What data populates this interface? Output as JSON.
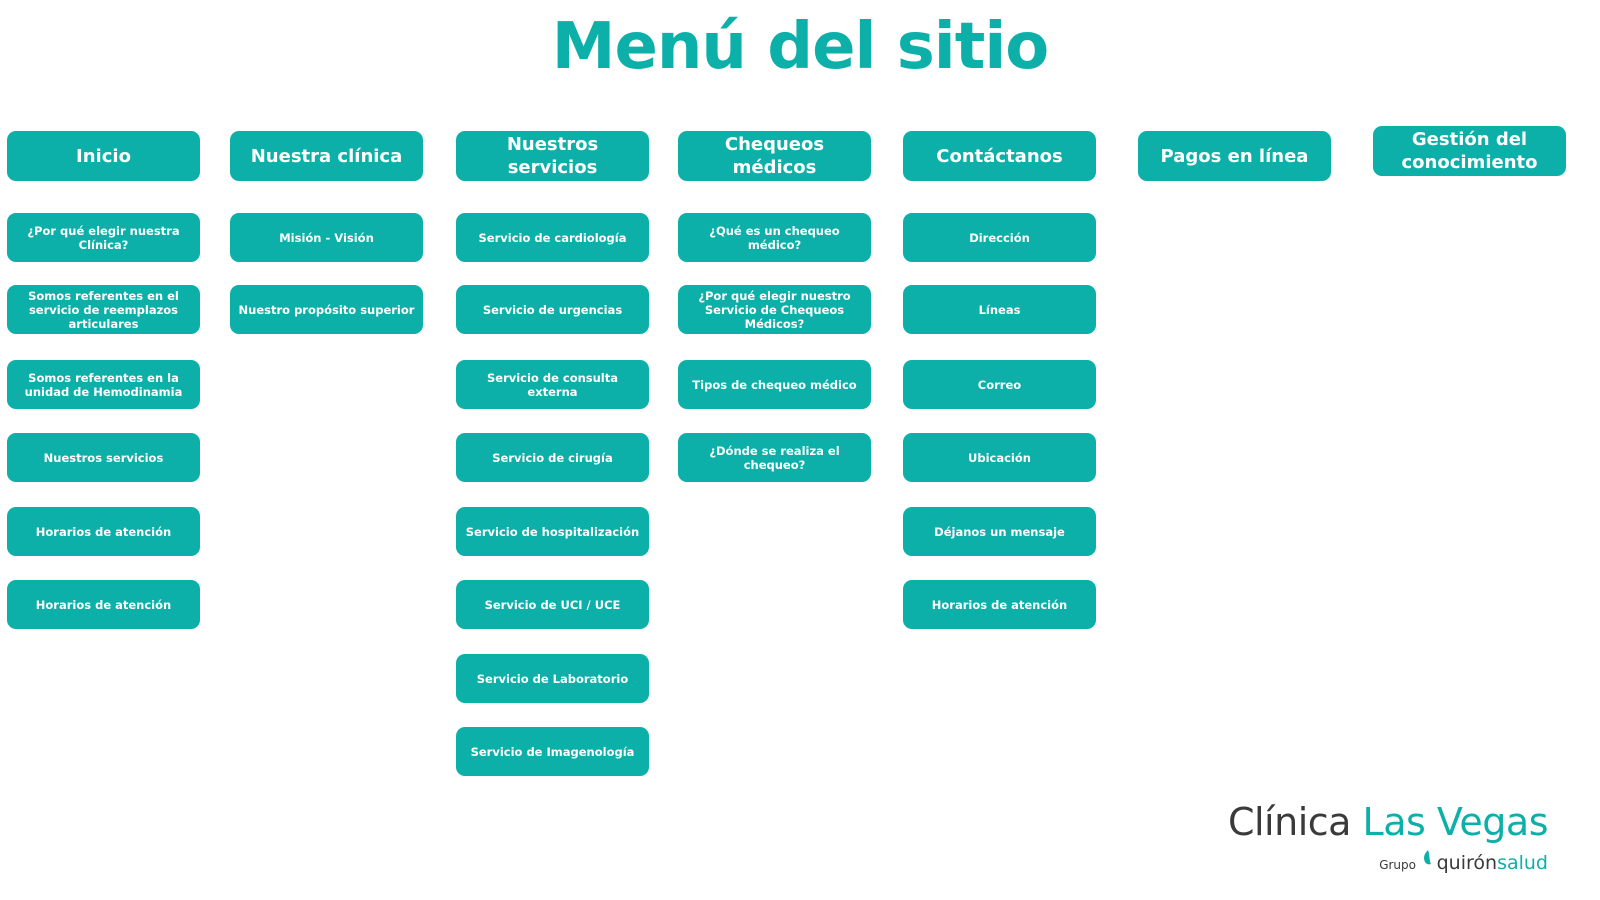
{
  "title": "Menú del sitio",
  "colors": {
    "teal": "#0db0a9",
    "text_on_box": "#ffffff",
    "logo_dark": "#3a3a3a"
  },
  "columns": [
    {
      "header": "Inicio",
      "items": [
        "¿Por qué elegir nuestra Clínica?",
        "Somos referentes en el servicio de reemplazos articulares",
        "Somos referentes en la unidad de Hemodinamia",
        "Nuestros servicios",
        "Horarios de atención",
        "Horarios de atención"
      ]
    },
    {
      "header": "Nuestra clínica",
      "items": [
        "Misión  - Visión",
        "Nuestro propósito superior"
      ]
    },
    {
      "header": "Nuestros servicios",
      "items": [
        "Servicio de cardiología",
        "Servicio de urgencias",
        "Servicio de consulta externa",
        "Servicio de cirugía",
        "Servicio de hospitalización",
        "Servicio de UCI / UCE",
        "Servicio de Laboratorio",
        "Servicio de Imagenología"
      ]
    },
    {
      "header": "Chequeos médicos",
      "items": [
        "¿Qué es un chequeo médico?",
        "¿Por qué elegir nuestro Servicio de Chequeos Médicos?",
        "Tipos de chequeo médico",
        "¿Dónde se realiza el chequeo?"
      ]
    },
    {
      "header": "Contáctanos",
      "items": [
        "Dirección",
        "Líneas",
        "Correo",
        "Ubicación",
        "Déjanos un mensaje",
        "Horarios de atención"
      ]
    },
    {
      "header": "Pagos en línea",
      "items": []
    },
    {
      "header": "Gestión del conocimiento",
      "items": []
    }
  ],
  "logo": {
    "clinica": "Clínica",
    "las_vegas": "Las Vegas",
    "grupo": "Grupo",
    "quiron": "quirón",
    "salud": "salud"
  }
}
